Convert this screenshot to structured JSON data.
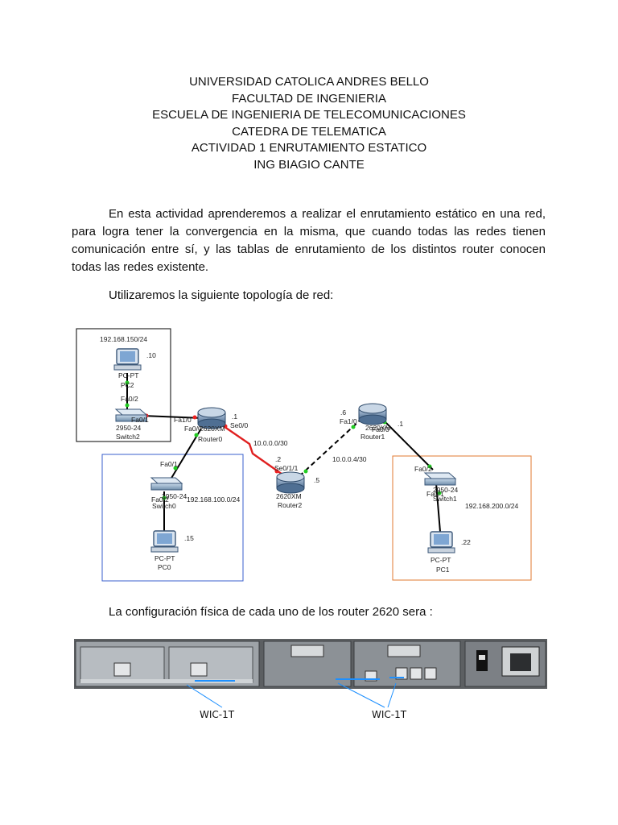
{
  "header": {
    "lines": [
      "UNIVERSIDAD CATOLICA ANDRES BELLO",
      "FACULTAD DE INGENIERIA",
      "ESCUELA DE INGENIERIA DE TELECOMUNICACIONES",
      "CATEDRA DE TELEMATICA",
      "ACTIVIDAD 1 ENRUTAMIENTO ESTATICO",
      "ING BIAGIO CANTE"
    ]
  },
  "intro": "En esta actividad aprenderemos a realizar el enrutamiento estático en una red, para logra tener la convergencia en la misma, que cuando todas las redes tienen comunicación entre sí, y las tablas de enrutamiento de los distintos router conocen todas las redes existente.",
  "topology_intro": "Utilizaremos la siguiente topología de red:",
  "topology": {
    "net_pc2": "192.168.150/24",
    "pc2_host": ".10",
    "pc2_type": "PC-PT",
    "pc2_name": "PC2",
    "pc2_port": "Fa0/2",
    "sw2_port": "Fa0/1",
    "sw2_model": "2950-24",
    "sw2_name": "Switch2",
    "r0_fa1": "Fa1/0",
    "r0_fa0": "Fa0/0",
    "r0_model": "2620XM",
    "r0_name": "Router0",
    "r0_host": ".1",
    "r0_se": "Se0/0",
    "link_r0_r2": "10.0.0.0/30",
    "r2_host_a": ".2",
    "r2_se": "Se0/1/1",
    "r2_host_b": ".5",
    "r2_model": "2620XM",
    "r2_name": "Router2",
    "link_r2_r1": "10.0.0.4/30",
    "r1_host_a": ".6",
    "r1_fa1": "Fa1/0",
    "r1_fa0": "Fa0/0",
    "r1_model": "2620XM",
    "r1_name": "Router1",
    "r1_host_b": ".1",
    "sw0_fa1": "Fa0/1",
    "sw0_fa2": "Fa0/2",
    "sw0_model": "2950-24",
    "sw0_name": "Switch0",
    "net_pc0": "192.168.100.0/24",
    "pc0_host": ".15",
    "pc0_type": "PC-PT",
    "pc0_name": "PC0",
    "sw1_fa2": "Fa0/2",
    "sw1_fa1": "Fa0/1",
    "sw1_model": "2950-24",
    "sw1_name": "Switch1",
    "net_pc1": "192.168.200.0/24",
    "pc1_host": ".22",
    "pc1_type": "PC-PT",
    "pc1_name": "PC1"
  },
  "hardware_intro": "La configuración física de cada uno de los router 2620 sera :",
  "wic_left": "WIC-1T",
  "wic_right": "WIC-1T",
  "colors": {
    "serial_link": "#e02020",
    "port_up": "#22cc22",
    "port_down": "#ee2222",
    "box_blue": "#3a5fcd",
    "box_orange": "#e07830"
  }
}
